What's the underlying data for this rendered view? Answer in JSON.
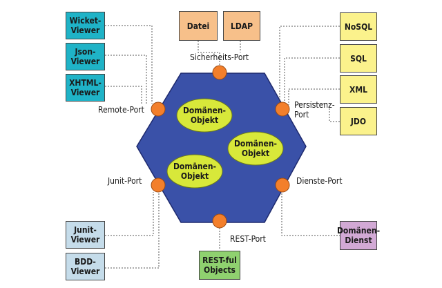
{
  "core": {
    "domain_objects": [
      "Domänen-\nObjekt",
      "Domänen-\nObjekt",
      "Domänen-\nObjekt"
    ]
  },
  "ports": {
    "security": "Sicherheits-Port",
    "remote": "Remote-Port",
    "persistence": "Persistenz-\nPort",
    "junit": "Junit-Port",
    "services": "Dienste-Port",
    "rest": "REST-Port"
  },
  "boxes": {
    "wicket": "Wicket-\nViewer",
    "json": "Json-\nViewer",
    "xhtml": "XHTML-\nViewer",
    "datei": "Datei",
    "ldap": "LDAP",
    "nosql": "NoSQL",
    "sql": "SQL",
    "xml": "XML",
    "jdo": "JDO",
    "junit_viewer": "Junit-\nViewer",
    "bdd_viewer": "BDD-\nViewer",
    "restful": "REST-ful\nObjects",
    "domain_service": "Domänen-\nDienst"
  },
  "colors": {
    "hexagon": "#3a51a8",
    "port": "#f37f2b",
    "domain_object": "#d8e83a"
  }
}
